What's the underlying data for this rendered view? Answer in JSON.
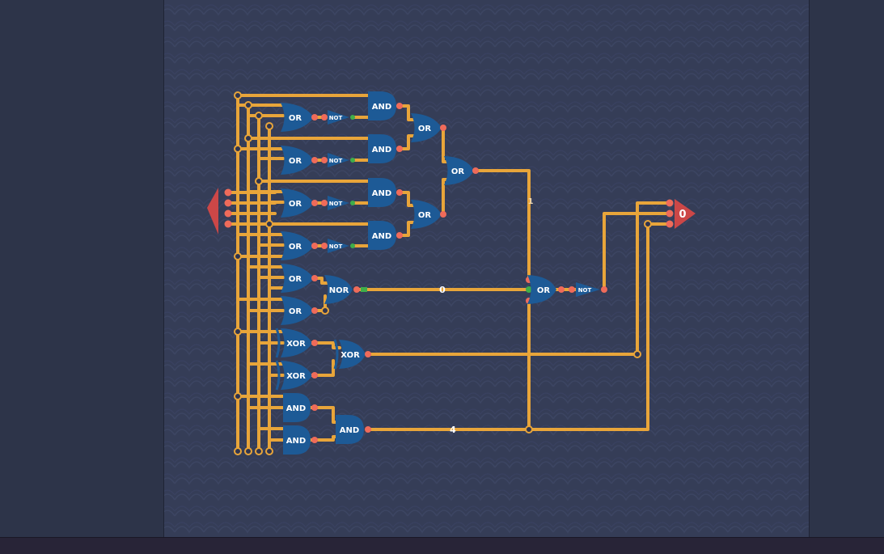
{
  "colors": {
    "background": "#353d57",
    "panel": "#2d3449",
    "wire": "#e8a53a",
    "gate": "#1d5a96",
    "pin": "#ef6b5a",
    "io": "#cc4747",
    "active_pin": "#3fae4a"
  },
  "gates": {
    "or_label": "OR",
    "and_label": "AND",
    "not_label": "NOT",
    "nor_label": "NOR",
    "xor_label": "XOR"
  },
  "wire_labels": {
    "zero_label": "0",
    "four_label": "4",
    "one_label": "1"
  },
  "output_node": {
    "value": "0"
  }
}
